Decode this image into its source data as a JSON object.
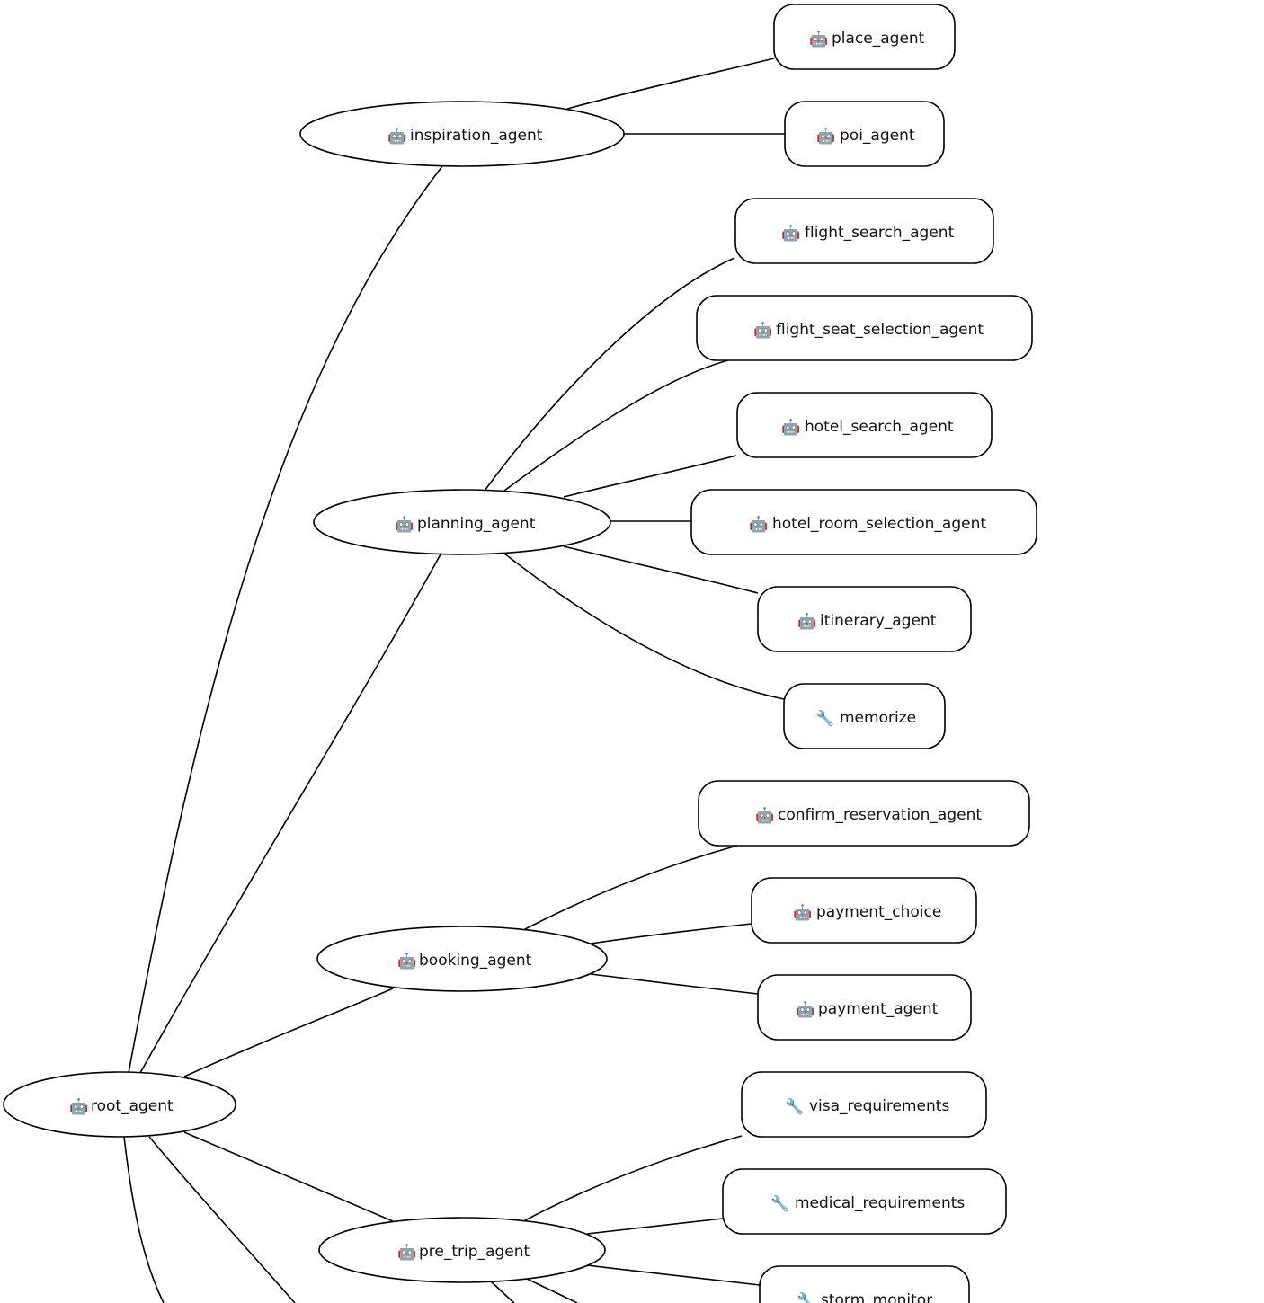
{
  "graph": {
    "nodes": {
      "root": {
        "label": "root_agent",
        "icon": "robot-icon",
        "kind": "agent"
      },
      "inspiration": {
        "label": "inspiration_agent",
        "icon": "robot-icon",
        "kind": "agent"
      },
      "planning": {
        "label": "planning_agent",
        "icon": "robot-icon",
        "kind": "agent"
      },
      "booking": {
        "label": "booking_agent",
        "icon": "robot-icon",
        "kind": "agent"
      },
      "pre_trip": {
        "label": "pre_trip_agent",
        "icon": "robot-icon",
        "kind": "agent"
      },
      "place": {
        "label": "place_agent",
        "icon": "robot-icon",
        "kind": "agent"
      },
      "poi": {
        "label": "poi_agent",
        "icon": "robot-icon",
        "kind": "agent"
      },
      "flight_search": {
        "label": "flight_search_agent",
        "icon": "robot-icon",
        "kind": "agent"
      },
      "flight_seat": {
        "label": "flight_seat_selection_agent",
        "icon": "robot-icon",
        "kind": "agent"
      },
      "hotel_search": {
        "label": "hotel_search_agent",
        "icon": "robot-icon",
        "kind": "agent"
      },
      "hotel_room": {
        "label": "hotel_room_selection_agent",
        "icon": "robot-icon",
        "kind": "agent"
      },
      "itinerary": {
        "label": "itinerary_agent",
        "icon": "robot-icon",
        "kind": "agent"
      },
      "memorize": {
        "label": "memorize",
        "icon": "wrench-icon",
        "kind": "tool"
      },
      "confirm_reservation": {
        "label": "confirm_reservation_agent",
        "icon": "robot-icon",
        "kind": "agent"
      },
      "payment_choice": {
        "label": "payment_choice",
        "icon": "robot-icon",
        "kind": "agent"
      },
      "payment": {
        "label": "payment_agent",
        "icon": "robot-icon",
        "kind": "agent"
      },
      "visa": {
        "label": "visa_requirements",
        "icon": "wrench-icon",
        "kind": "tool"
      },
      "medical": {
        "label": "medical_requirements",
        "icon": "wrench-icon",
        "kind": "tool"
      },
      "storm": {
        "label": "storm_monitor",
        "icon": "wrench-icon",
        "kind": "tool"
      }
    },
    "edges": [
      [
        "root",
        "inspiration"
      ],
      [
        "root",
        "planning"
      ],
      [
        "root",
        "booking"
      ],
      [
        "root",
        "pre_trip"
      ],
      [
        "inspiration",
        "place"
      ],
      [
        "inspiration",
        "poi"
      ],
      [
        "planning",
        "flight_search"
      ],
      [
        "planning",
        "flight_seat"
      ],
      [
        "planning",
        "hotel_search"
      ],
      [
        "planning",
        "hotel_room"
      ],
      [
        "planning",
        "itinerary"
      ],
      [
        "planning",
        "memorize"
      ],
      [
        "booking",
        "confirm_reservation"
      ],
      [
        "booking",
        "payment_choice"
      ],
      [
        "booking",
        "payment"
      ],
      [
        "pre_trip",
        "visa"
      ],
      [
        "pre_trip",
        "medical"
      ],
      [
        "pre_trip",
        "storm"
      ]
    ]
  }
}
